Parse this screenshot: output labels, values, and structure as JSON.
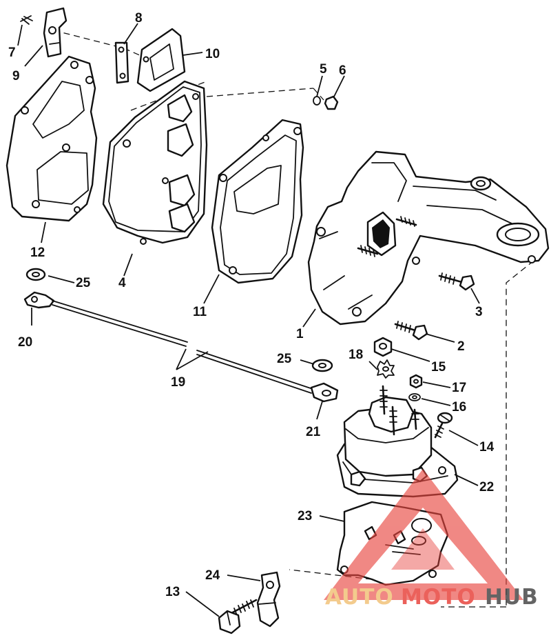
{
  "diagram": {
    "callouts": [
      {
        "id": "7",
        "label": "7"
      },
      {
        "id": "8",
        "label": "8"
      },
      {
        "id": "9",
        "label": "9"
      },
      {
        "id": "10",
        "label": "10"
      },
      {
        "id": "5",
        "label": "5"
      },
      {
        "id": "6",
        "label": "6"
      },
      {
        "id": "12",
        "label": "12"
      },
      {
        "id": "4",
        "label": "4"
      },
      {
        "id": "11",
        "label": "11"
      },
      {
        "id": "1",
        "label": "1"
      },
      {
        "id": "25a",
        "label": "25"
      },
      {
        "id": "20",
        "label": "20"
      },
      {
        "id": "3",
        "label": "3"
      },
      {
        "id": "2",
        "label": "2"
      },
      {
        "id": "15",
        "label": "15"
      },
      {
        "id": "18",
        "label": "18"
      },
      {
        "id": "25b",
        "label": "25"
      },
      {
        "id": "17",
        "label": "17"
      },
      {
        "id": "19",
        "label": "19"
      },
      {
        "id": "16",
        "label": "16"
      },
      {
        "id": "21",
        "label": "21"
      },
      {
        "id": "14",
        "label": "14"
      },
      {
        "id": "22",
        "label": "22"
      },
      {
        "id": "23",
        "label": "23"
      },
      {
        "id": "24",
        "label": "24"
      },
      {
        "id": "13",
        "label": "13"
      }
    ]
  },
  "watermark": {
    "text_part1": "AUTO",
    "text_part2": "MOTO",
    "text_part3": "HUB",
    "color_primary": "#e8463f",
    "color_secondary": "#f2c27a",
    "color_dark": "#4a4a4a"
  }
}
